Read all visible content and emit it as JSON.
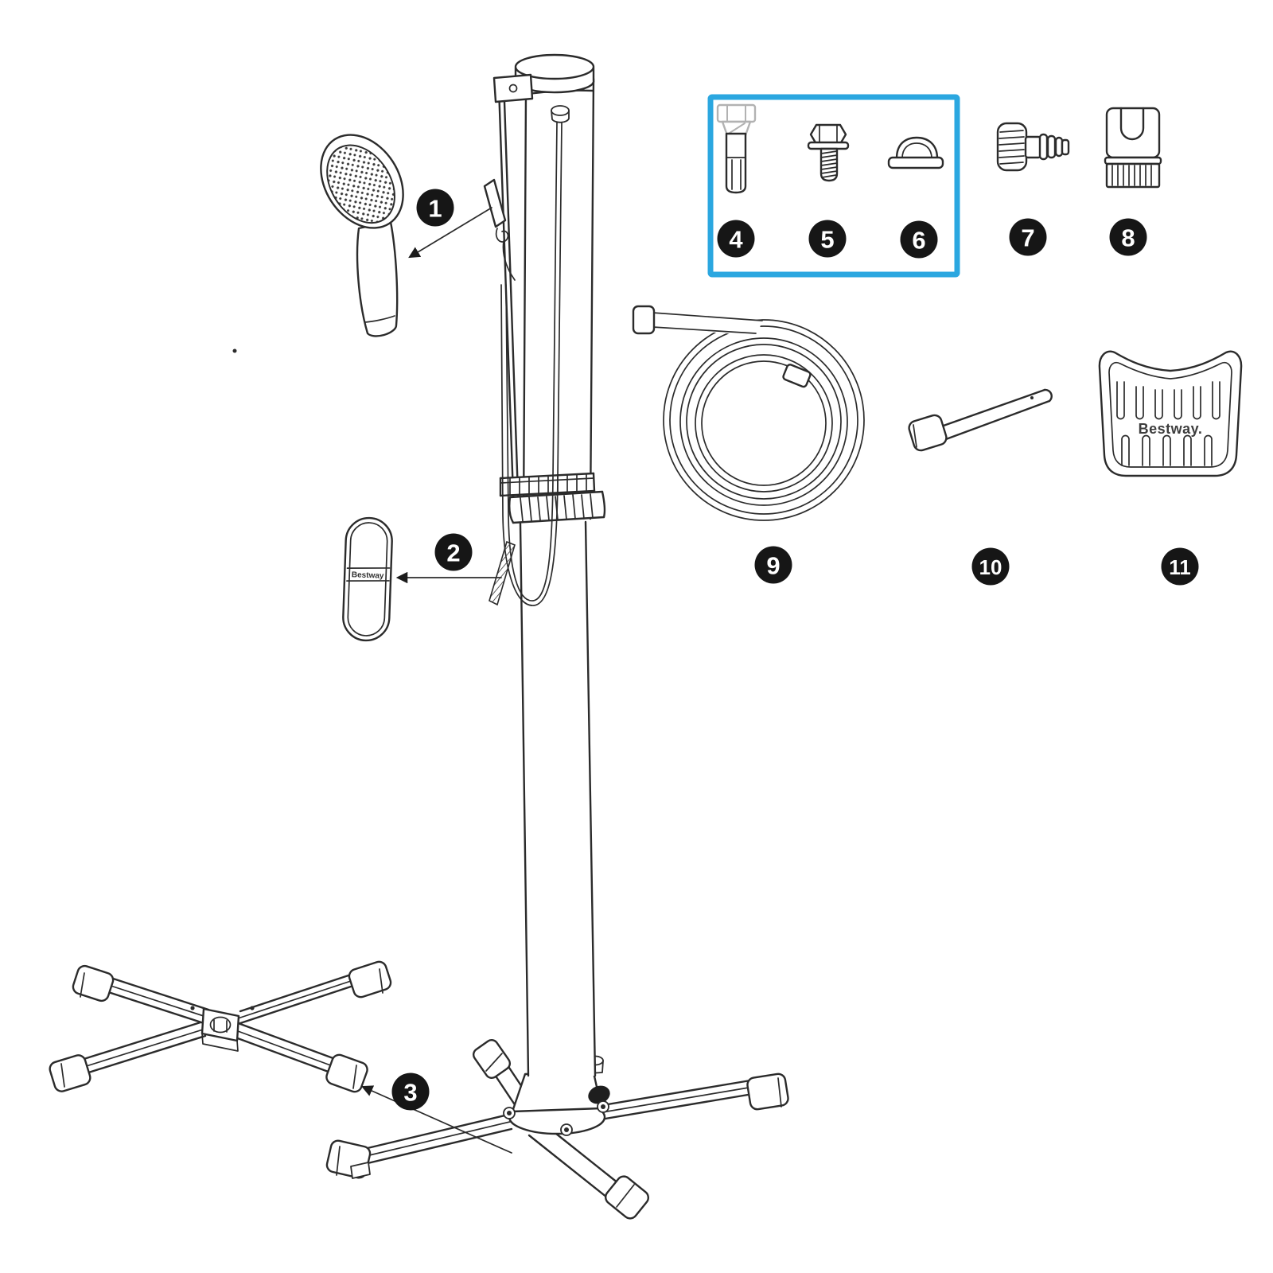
{
  "diagram": {
    "name": "solar-shower-parts-diagram",
    "brand": "Bestway",
    "description": "Exploded parts diagram of a free-standing solar shower with numbered callouts 1 to 11; parts 4-6 grouped in a blue highlight box"
  },
  "colors": {
    "line": "#2b2b2b",
    "highlight_box": "#2ba7e0",
    "callout_bg": "#161616",
    "callout_text": "#ffffff"
  },
  "callouts": [
    {
      "label": "1",
      "part": "hand-shower-head"
    },
    {
      "label": "2",
      "part": "foot-pad"
    },
    {
      "label": "3",
      "part": "cross-base-leg"
    },
    {
      "label": "4",
      "part": "long-hex-bolt"
    },
    {
      "label": "5",
      "part": "short-hex-bolt"
    },
    {
      "label": "6",
      "part": "cap-nut"
    },
    {
      "label": "7",
      "part": "tap-adapter"
    },
    {
      "label": "8",
      "part": "hose-quick-connector"
    },
    {
      "label": "9",
      "part": "shower-hose"
    },
    {
      "label": "10",
      "part": "support-tube"
    },
    {
      "label": "11",
      "part": "soap-tray"
    }
  ],
  "labels": {
    "pad_brand": "Bestway",
    "tray_brand": "Bestway."
  }
}
